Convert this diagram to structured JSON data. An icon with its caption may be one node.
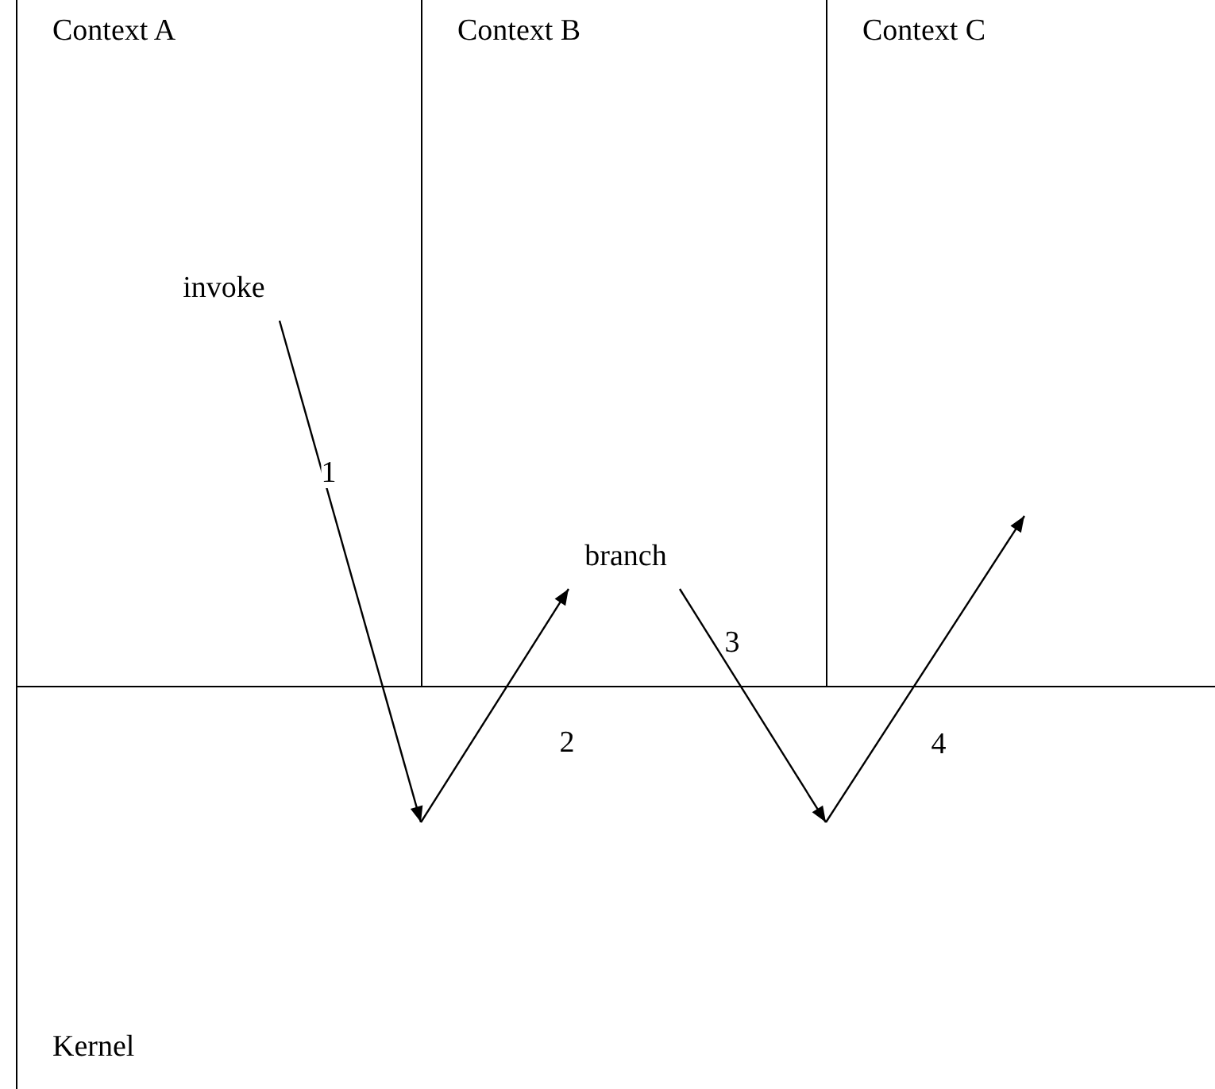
{
  "diagram": {
    "nodes": [
      {
        "text": [
          "Context A"
        ]
      },
      {
        "text": [
          "Context B"
        ]
      },
      {
        "text": [
          "Context C"
        ]
      },
      {
        "text": [
          "Kernel"
        ]
      },
      {
        "text": [
          "invoke"
        ],
        "in": 0
      },
      {
        "text": [
          "branch"
        ],
        "in": 1
      }
    ],
    "edges": [
      {
        "from": 4,
        "to": 3,
        "arrow": "to",
        "label": "1"
      },
      {
        "from": 3,
        "to": 5,
        "arrow": "to",
        "label": "2"
      },
      {
        "from": 5,
        "to": 3,
        "arrow": "to",
        "label": "3"
      },
      {
        "from": 3,
        "to": 2,
        "arrow": "to",
        "label": "4"
      }
    ]
  }
}
